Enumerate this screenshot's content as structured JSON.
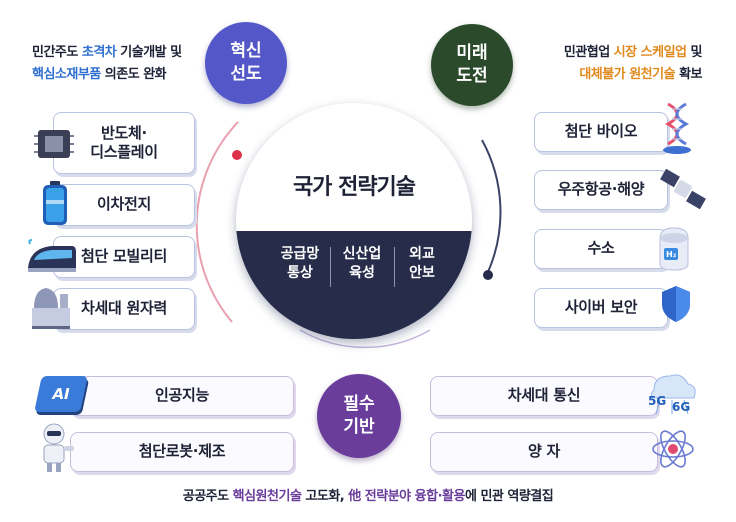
{
  "top_left_caption": {
    "line1_a": "민간주도 ",
    "line1_b": "초격차",
    "line1_c": " 기술개발 및",
    "line2_a": "핵심소재부품",
    "line2_b": " 의존도 완화"
  },
  "top_right_caption": {
    "line1_a": "민관협업 ",
    "line1_b": "시장 스케일업",
    "line1_c": " 및",
    "line2_a": "대체불가 원천기술",
    "line2_b": " 확보"
  },
  "bottom_caption": {
    "a": "공공주도 ",
    "b": "핵심원천기술",
    "c": " 고도화, ",
    "d": "他 전략분야 융합·활용",
    "e": "에 민관 역량결집"
  },
  "circles": {
    "innovation": {
      "line1": "혁신",
      "line2": "선도"
    },
    "future": {
      "line1": "미래",
      "line2": "도전"
    },
    "essential": {
      "line1": "필수",
      "line2": "기반"
    }
  },
  "center": {
    "title": "국가 전략기술",
    "items": [
      {
        "line1": "공급망",
        "line2": "통상"
      },
      {
        "line1": "신산업",
        "line2": "육성"
      },
      {
        "line1": "외교",
        "line2": "안보"
      }
    ]
  },
  "left_items": [
    {
      "line1": "반도체·",
      "line2": "디스플레이",
      "icon": "chip-icon"
    },
    {
      "line1": "이차전지",
      "line2": "",
      "icon": "battery-icon"
    },
    {
      "line1": "첨단 모빌리티",
      "line2": "",
      "icon": "train-icon"
    },
    {
      "line1": "차세대 원자력",
      "line2": "",
      "icon": "nuclear-plant-icon"
    }
  ],
  "right_items": [
    {
      "label": "첨단 바이오",
      "icon": "dna-icon"
    },
    {
      "label": "우주항공·해양",
      "icon": "satellite-icon"
    },
    {
      "label": "수소",
      "icon": "hydrogen-tank-icon"
    },
    {
      "label": "사이버 보안",
      "icon": "shield-icon"
    }
  ],
  "bottom_left_items": [
    {
      "label": "인공지능",
      "icon": "ai-chip-icon",
      "icon_text": "AI"
    },
    {
      "label": "첨단로봇·제조",
      "icon": "robot-icon"
    }
  ],
  "bottom_right_items": [
    {
      "label": "차세대 통신",
      "icon": "network-icon",
      "icon_text_a": "5G",
      "icon_text_b": "6G"
    },
    {
      "label": "양 자",
      "icon": "atom-icon"
    }
  ],
  "colors": {
    "innovation": "#5457c8",
    "future": "#2b4a2c",
    "essential": "#6a3d9a",
    "navy": "#262c49",
    "accent_red": "#e0314a"
  }
}
